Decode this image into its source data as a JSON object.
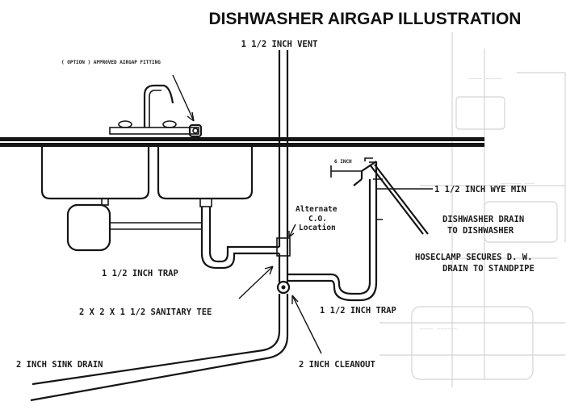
{
  "title": "DISHWASHER AIRGAP ILLUSTRATION",
  "labels": {
    "vent": "1 1/2 INCH VENT",
    "airgap_fitting": "( OPTION ) APPROVED AIRGAP FITTING",
    "dim_6_inch": "6 INCH",
    "alternate_top": "Alternate",
    "alternate_mid": "C.O.",
    "alternate_bottom": "Location",
    "wye": "1 1/2 INCH WYE MIN",
    "dw_drain_1": "DISHWASHER DRAIN",
    "dw_drain_2": "TO DISHWASHER",
    "hoseclamp_1": "HOSECLAMP SECURES D. W.",
    "hoseclamp_2": "DRAIN TO STANDPIPE",
    "trap_left": "1 1/2 INCH TRAP",
    "sanitary_tee": "2 X 2 X 1 1/2 SANITARY TEE",
    "trap_right": "1 1/2 INCH TRAP",
    "sink_drain": "2 INCH SINK DRAIN",
    "cleanout": "2 INCH CLEANOUT"
  },
  "colors": {
    "ink": "#151515",
    "ghost": "#d4d4d4"
  }
}
